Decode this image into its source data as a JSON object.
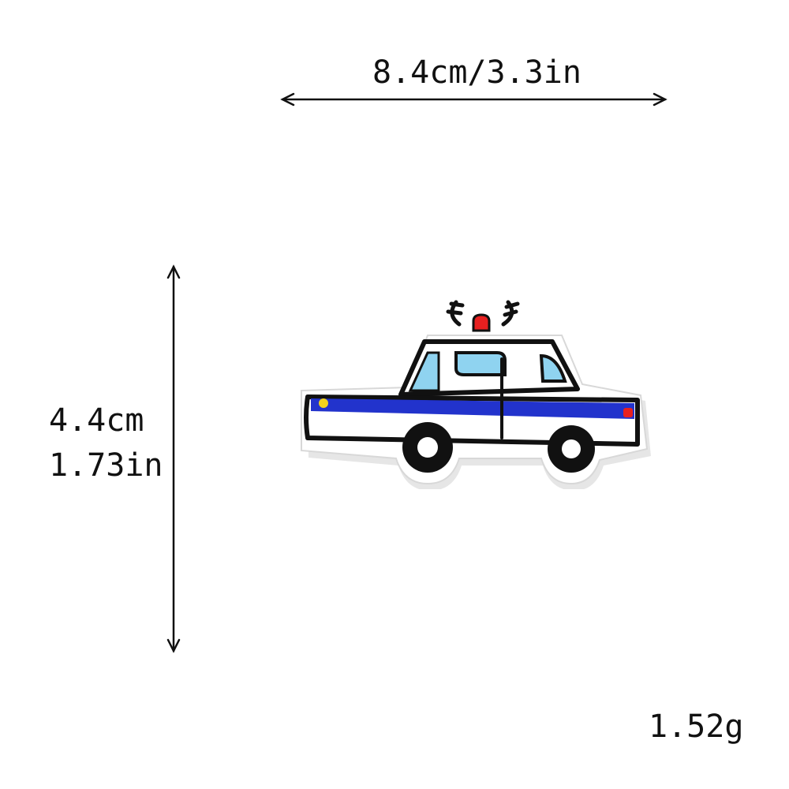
{
  "dimensions": {
    "width": "8.4cm/3.3in",
    "height_cm": "4.4cm",
    "height_in": "1.73in"
  },
  "weight": "1.52g",
  "product": {
    "icon": "police-car-patch-icon",
    "colors": {
      "body": "#ffffff",
      "outline": "#111111",
      "stripe": "#2233cc",
      "window": "#8fd3f0",
      "siren": "#e82020",
      "headlight": "#f2d21c",
      "taillight": "#e82020"
    }
  }
}
